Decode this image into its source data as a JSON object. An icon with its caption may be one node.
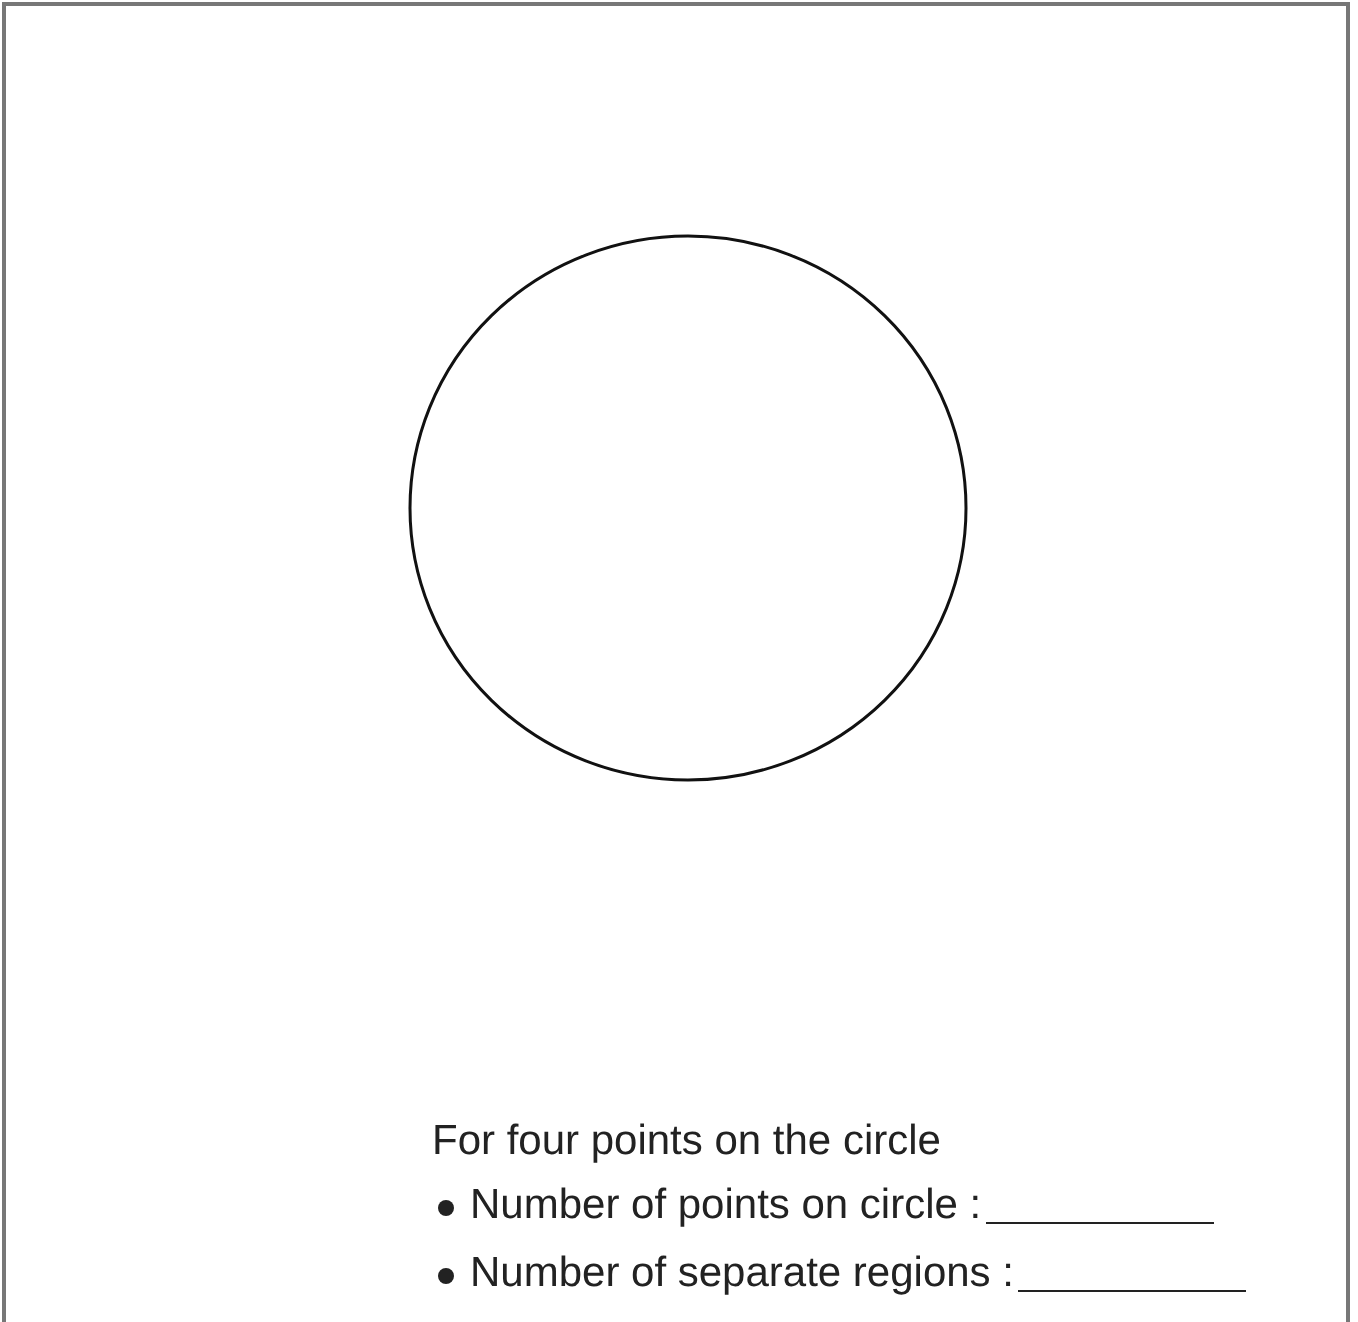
{
  "diagram": {
    "nodes": [
      {
        "text": [],
        "shape": "circle"
      }
    ],
    "labels": [
      "For four points on the circle",
      "Number of points on circle :",
      "Number of separate regions :"
    ]
  }
}
